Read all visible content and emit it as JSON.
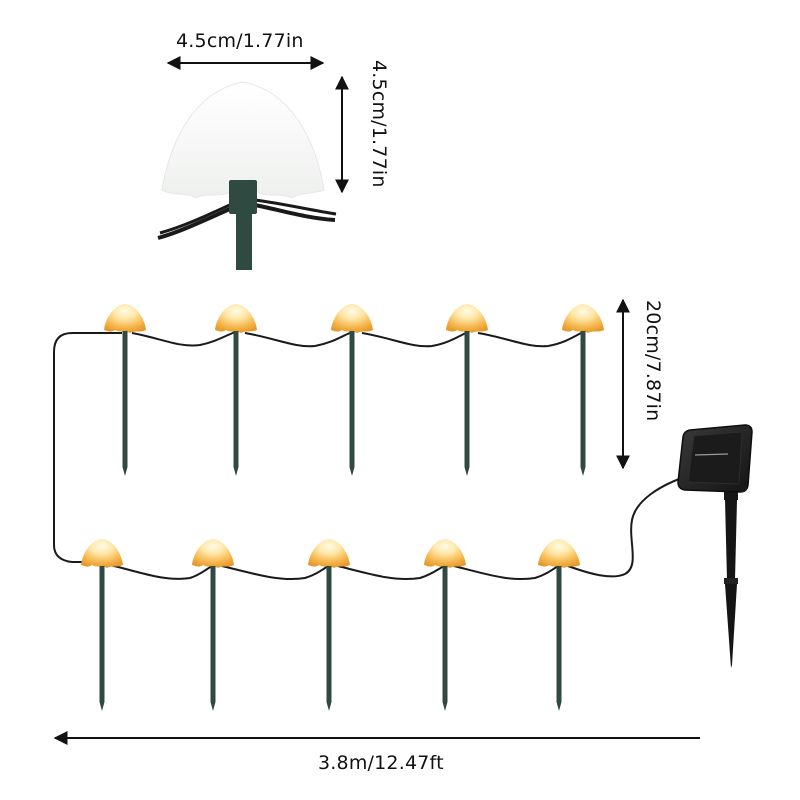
{
  "diagram": {
    "title": "Solar mushroom garden string lights — dimensions",
    "dimensions": {
      "cap_width": "4.5cm/1.77in",
      "cap_height": "4.5cm/1.77in",
      "stake_height": "20cm/7.87in",
      "total_length": "3.8m/12.47ft"
    },
    "components": {
      "detail_lamp": "Single mushroom lamp close-up (white cap, green stake)",
      "lamps_top_row": 5,
      "lamps_bottom_row": 5,
      "total_lamps": 10,
      "solar_panel": "Black square solar panel on ground stake"
    },
    "colors": {
      "lamp_glow": "#f5b54a",
      "lamp_top": "#fff6dc",
      "stake": "#2f4a40",
      "cable": "#1a1a1a",
      "panel": "#1f1f1f",
      "text": "#111111"
    }
  }
}
